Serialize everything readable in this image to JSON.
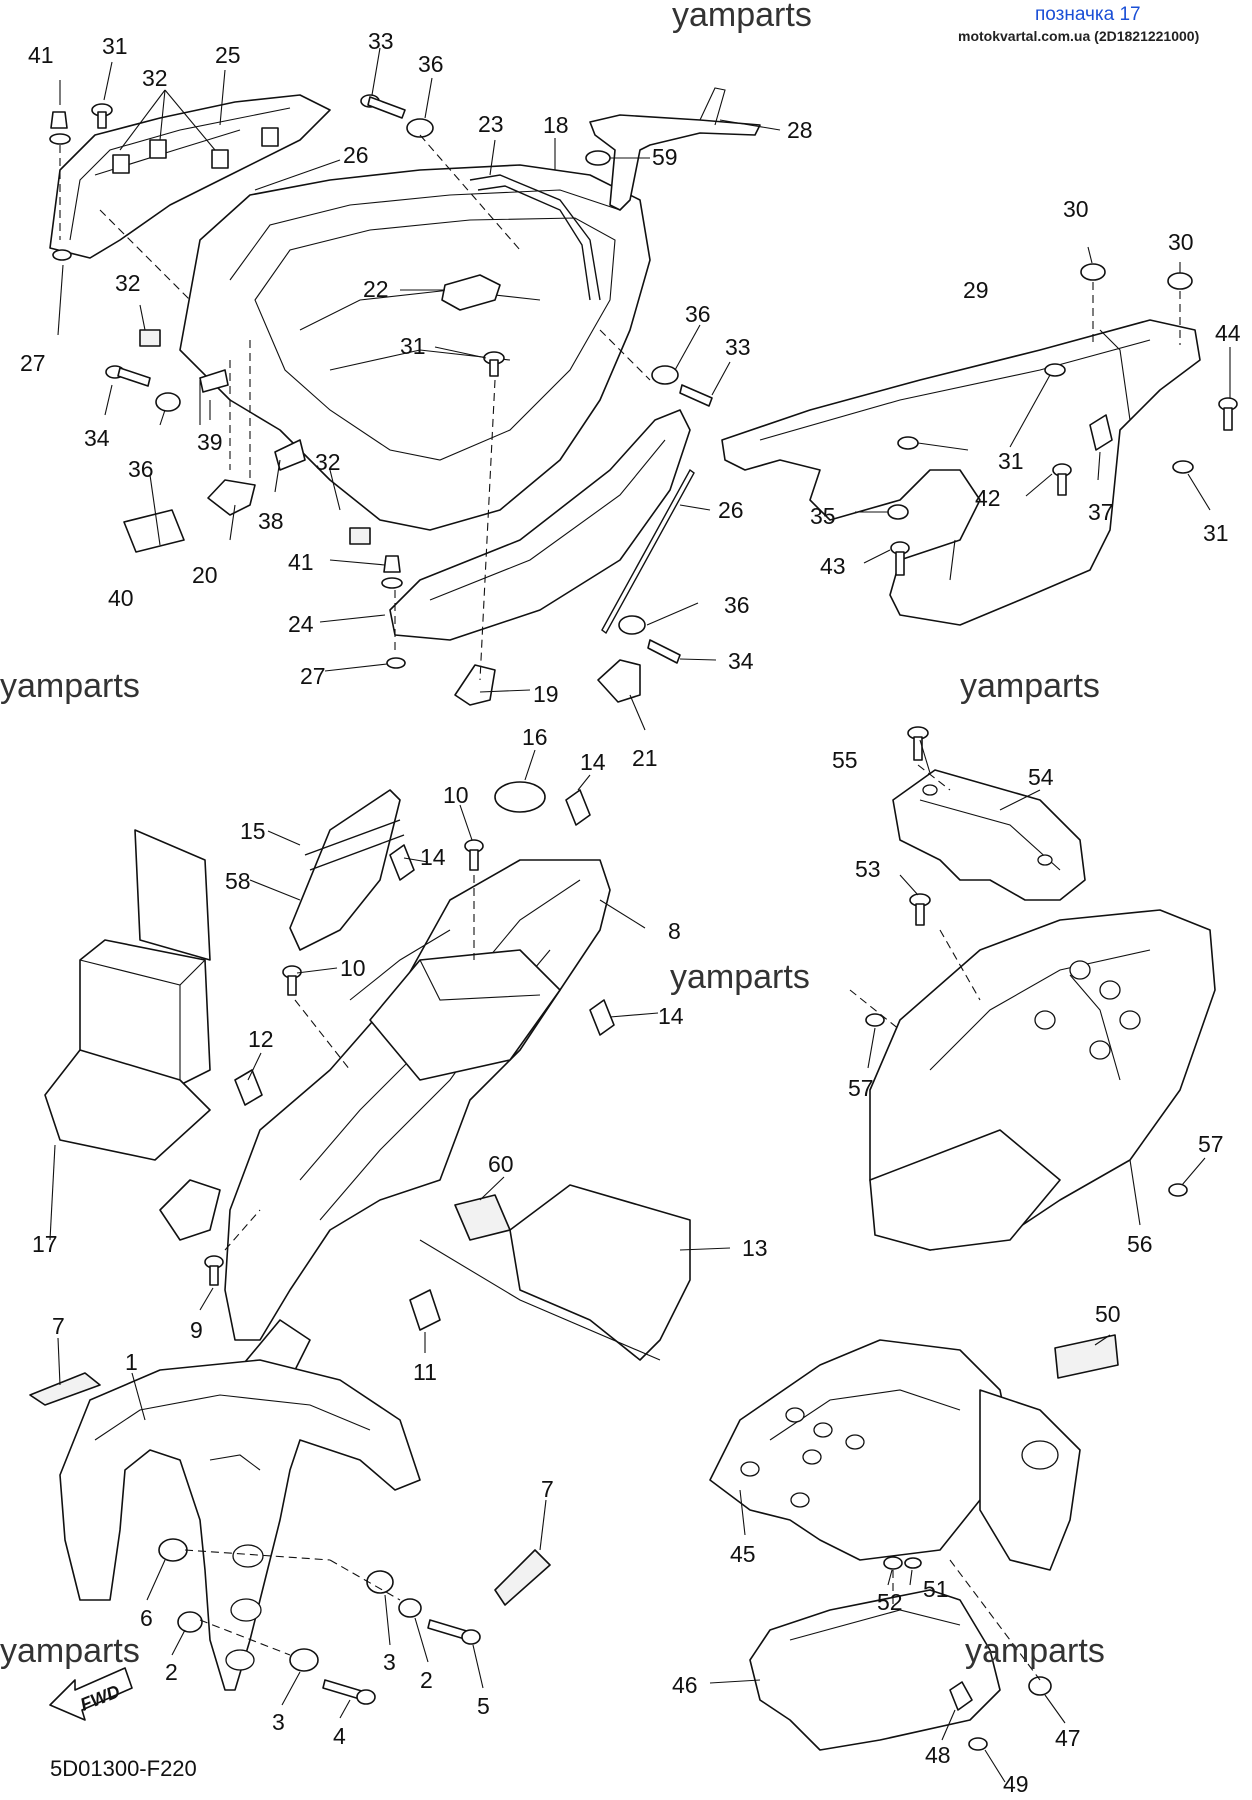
{
  "header": {
    "tag": "позначка 17",
    "site": "motokvartal.com.ua (2D1821221000)"
  },
  "footer": {
    "diagram_code": "5D01300-F220",
    "fwd_label": "FWD"
  },
  "watermarks": [
    "yamparts",
    "yamparts",
    "yamparts",
    "yamparts",
    "yamparts",
    "yamparts"
  ],
  "callouts": {
    "c1": "1",
    "c2a": "2",
    "c2b": "2",
    "c3a": "3",
    "c3b": "3",
    "c4": "4",
    "c5": "5",
    "c6": "6",
    "c7a": "7",
    "c7b": "7",
    "c8": "8",
    "c9": "9",
    "c10a": "10",
    "c10b": "10",
    "c11": "11",
    "c12": "12",
    "c13": "13",
    "c14a": "14",
    "c14b": "14",
    "c14c": "14",
    "c15": "15",
    "c16": "16",
    "c17": "17",
    "c18": "18",
    "c19": "19",
    "c20": "20",
    "c21": "21",
    "c22": "22",
    "c23": "23",
    "c24": "24",
    "c25": "25",
    "c26a": "26",
    "c26b": "26",
    "c27a": "27",
    "c27b": "27",
    "c28": "28",
    "c29": "29",
    "c30a": "30",
    "c30b": "30",
    "c31a": "31",
    "c31b": "31",
    "c31c": "31",
    "c31d": "31",
    "c32a": "32",
    "c32b": "32",
    "c32c": "32",
    "c33a": "33",
    "c33b": "33",
    "c34a": "34",
    "c34b": "34",
    "c35": "35",
    "c36a": "36",
    "c36b": "36",
    "c36c": "36",
    "c36d": "36",
    "c37": "37",
    "c38": "38",
    "c39": "39",
    "c40": "40",
    "c41a": "41",
    "c41b": "41",
    "c42": "42",
    "c43": "43",
    "c44": "44",
    "c45": "45",
    "c46": "46",
    "c47": "47",
    "c48": "48",
    "c49": "49",
    "c50": "50",
    "c51": "51",
    "c52": "52",
    "c53": "53",
    "c54": "54",
    "c55": "55",
    "c56": "56",
    "c57a": "57",
    "c57b": "57",
    "c58": "58",
    "c59": "59",
    "c60": "60"
  }
}
